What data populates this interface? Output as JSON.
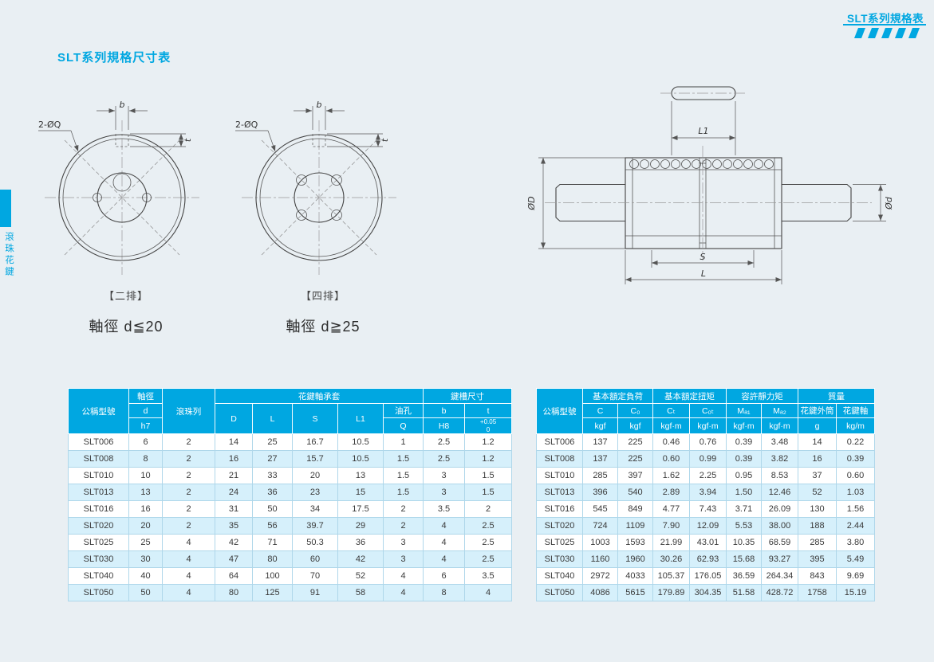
{
  "colors": {
    "accent": "#00A7E1",
    "row_alt": "#D6F0FB",
    "page_bg": "#E9EFF3"
  },
  "header": {
    "tab_title": "SLT系列規格表",
    "page_title": "SLT系列規格尺寸表"
  },
  "sidebar": {
    "label": "滾珠花鍵"
  },
  "drawings": {
    "two_row": {
      "dim_b": "b",
      "label_q": "2-ØQ",
      "dim_t": "t",
      "caption": "【二排】",
      "shaft_note": "軸徑 d≦20"
    },
    "four_row": {
      "dim_b": "b",
      "label_q": "2-ØQ",
      "dim_t": "t",
      "caption": "【四排】",
      "shaft_note": "軸徑 d≧25"
    },
    "side_view": {
      "dim_l1": "L1",
      "dim_D": "ØD",
      "dim_d": "Ød",
      "dim_s": "S",
      "dim_l": "L"
    }
  },
  "left_table": {
    "headers": {
      "model": "公稱型號",
      "shaft_dia_group": "軸徑",
      "d": "d",
      "d_tol": "h7",
      "ball_rows": "滾珠列",
      "nut_group": "花鍵軸承套",
      "D": "D",
      "L": "L",
      "S": "S",
      "L1": "L1",
      "oil": "油孔",
      "oil_sym": "Q",
      "keyway_group": "鍵槽尺寸",
      "b": "b",
      "b_tol": "H8",
      "t": "t",
      "t_tol": "+0.05\n0"
    },
    "rows": [
      [
        "SLT006",
        "6",
        "2",
        "14",
        "25",
        "16.7",
        "10.5",
        "1",
        "2.5",
        "1.2"
      ],
      [
        "SLT008",
        "8",
        "2",
        "16",
        "27",
        "15.7",
        "10.5",
        "1.5",
        "2.5",
        "1.2"
      ],
      [
        "SLT010",
        "10",
        "2",
        "21",
        "33",
        "20",
        "13",
        "1.5",
        "3",
        "1.5"
      ],
      [
        "SLT013",
        "13",
        "2",
        "24",
        "36",
        "23",
        "15",
        "1.5",
        "3",
        "1.5"
      ],
      [
        "SLT016",
        "16",
        "2",
        "31",
        "50",
        "34",
        "17.5",
        "2",
        "3.5",
        "2"
      ],
      [
        "SLT020",
        "20",
        "2",
        "35",
        "56",
        "39.7",
        "29",
        "2",
        "4",
        "2.5"
      ],
      [
        "SLT025",
        "25",
        "4",
        "42",
        "71",
        "50.3",
        "36",
        "3",
        "4",
        "2.5"
      ],
      [
        "SLT030",
        "30",
        "4",
        "47",
        "80",
        "60",
        "42",
        "3",
        "4",
        "2.5"
      ],
      [
        "SLT040",
        "40",
        "4",
        "64",
        "100",
        "70",
        "52",
        "4",
        "6",
        "3.5"
      ],
      [
        "SLT050",
        "50",
        "4",
        "80",
        "125",
        "91",
        "58",
        "4",
        "8",
        "4"
      ]
    ]
  },
  "right_table": {
    "headers": {
      "model": "公稱型號",
      "load_group": "基本額定負荷",
      "torque_group": "基本額定扭矩",
      "moment_group": "容許靜力矩",
      "mass_group": "質量",
      "C": "C",
      "C0": "C₀",
      "CT": "Cₜ",
      "C0T": "C₀ₜ",
      "MA1": "Mₐ₁",
      "MA2": "Mₐ₂",
      "mass_nut": "花鍵外筒",
      "mass_shaft": "花鍵軸"
    },
    "units": [
      "kgf",
      "kgf",
      "kgf·m",
      "kgf·m",
      "kgf·m",
      "kgf·m",
      "g",
      "kg/m"
    ],
    "rows": [
      [
        "SLT006",
        "137",
        "225",
        "0.46",
        "0.76",
        "0.39",
        "3.48",
        "14",
        "0.22"
      ],
      [
        "SLT008",
        "137",
        "225",
        "0.60",
        "0.99",
        "0.39",
        "3.82",
        "16",
        "0.39"
      ],
      [
        "SLT010",
        "285",
        "397",
        "1.62",
        "2.25",
        "0.95",
        "8.53",
        "37",
        "0.60"
      ],
      [
        "SLT013",
        "396",
        "540",
        "2.89",
        "3.94",
        "1.50",
        "12.46",
        "52",
        "1.03"
      ],
      [
        "SLT016",
        "545",
        "849",
        "4.77",
        "7.43",
        "3.71",
        "26.09",
        "130",
        "1.56"
      ],
      [
        "SLT020",
        "724",
        "1109",
        "7.90",
        "12.09",
        "5.53",
        "38.00",
        "188",
        "2.44"
      ],
      [
        "SLT025",
        "1003",
        "1593",
        "21.99",
        "43.01",
        "10.35",
        "68.59",
        "285",
        "3.80"
      ],
      [
        "SLT030",
        "1160",
        "1960",
        "30.26",
        "62.93",
        "15.68",
        "93.27",
        "395",
        "5.49"
      ],
      [
        "SLT040",
        "2972",
        "4033",
        "105.37",
        "176.05",
        "36.59",
        "264.34",
        "843",
        "9.69"
      ],
      [
        "SLT050",
        "4086",
        "5615",
        "179.89",
        "304.35",
        "51.58",
        "428.72",
        "1758",
        "15.19"
      ]
    ]
  }
}
